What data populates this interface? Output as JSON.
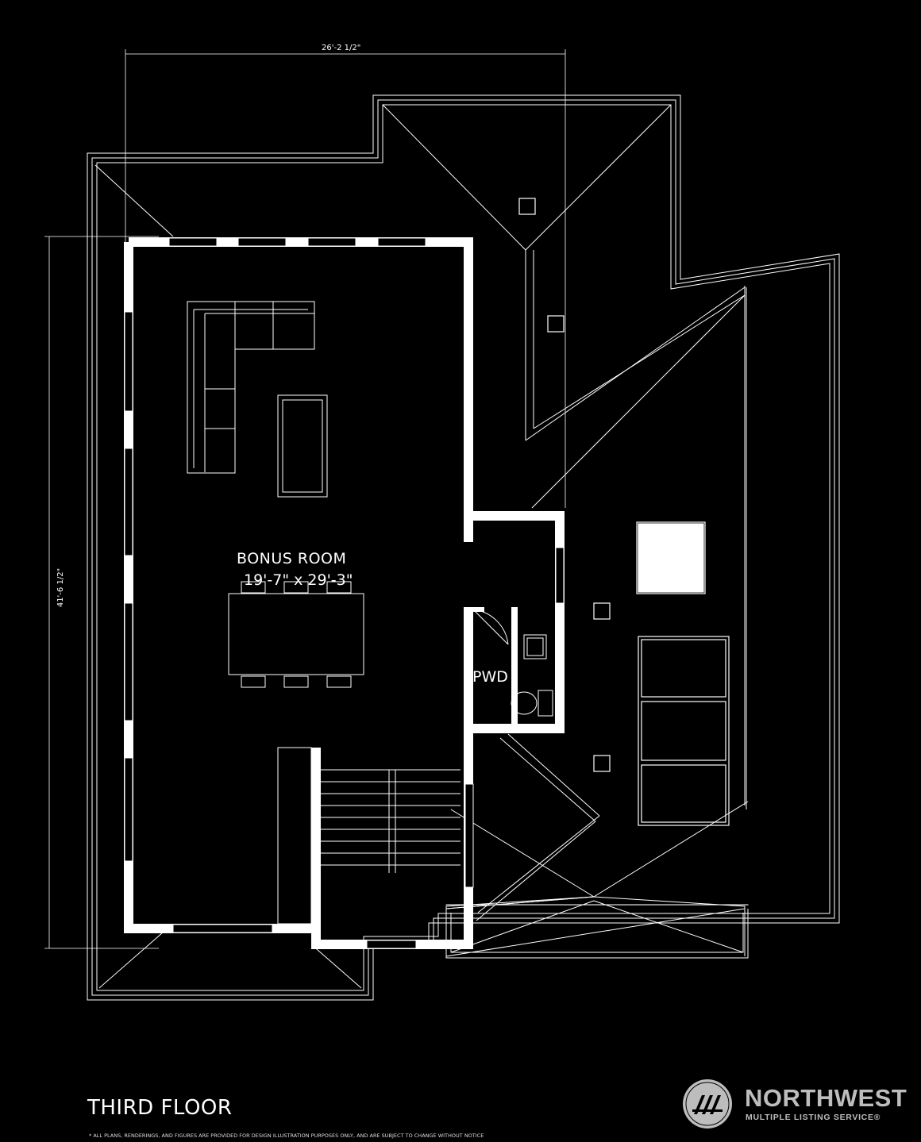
{
  "plan": {
    "room_name": "BONUS ROOM",
    "room_dimensions": "19'-7\" x 29'-3\"",
    "powder_room_label": "PWD",
    "overall_width": "26'-2 1/2\"",
    "overall_depth": "41'-6 1/2\"",
    "floor_title": "THIRD FLOOR",
    "disclaimer": "* ALL PLANS, RENDERINGS, AND FIGURES ARE PROVIDED FOR DESIGN ILLUSTRATION PURPOSES ONLY, AND ARE SUBJECT TO CHANGE WITHOUT NOTICE"
  },
  "logo": {
    "name": "NORTHWEST",
    "subtitle": "MULTIPLE LISTING SERVICE®"
  },
  "colors": {
    "background": "#000000",
    "lines": "#ffffff",
    "logo": "#bdbdbd"
  }
}
